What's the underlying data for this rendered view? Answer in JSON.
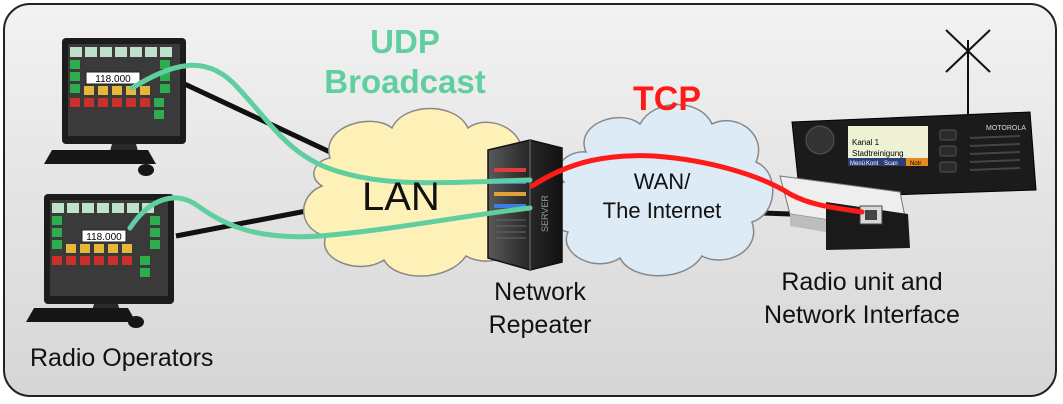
{
  "labels": {
    "udp_line1": "UDP",
    "udp_line2": "Broadcast",
    "tcp": "TCP",
    "lan": "LAN",
    "wan_line1": "WAN/",
    "wan_line2": "The Internet",
    "repeater_line1": "Network",
    "repeater_line2": "Repeater",
    "radio_line1": "Radio unit and",
    "radio_line2": "Network Interface",
    "operators": "Radio Operators"
  },
  "screen_texts": {
    "frequency": "118.000",
    "radio_display_line1": "Kanal 1",
    "radio_display_line2": "Stadtreinigung",
    "radio_softkeys": [
      "Menü",
      "Kont",
      "Scan",
      "Notr"
    ],
    "radio_brand": "MOTOROLA",
    "server_label": "SERVER"
  },
  "colors": {
    "udp": "#5fcfa0",
    "tcp": "#ff1a1a",
    "lan_cloud": "#fdf1b8",
    "wan_cloud": "#ddebf6",
    "background": "#e2e2e2",
    "link_cable": "#111111"
  }
}
